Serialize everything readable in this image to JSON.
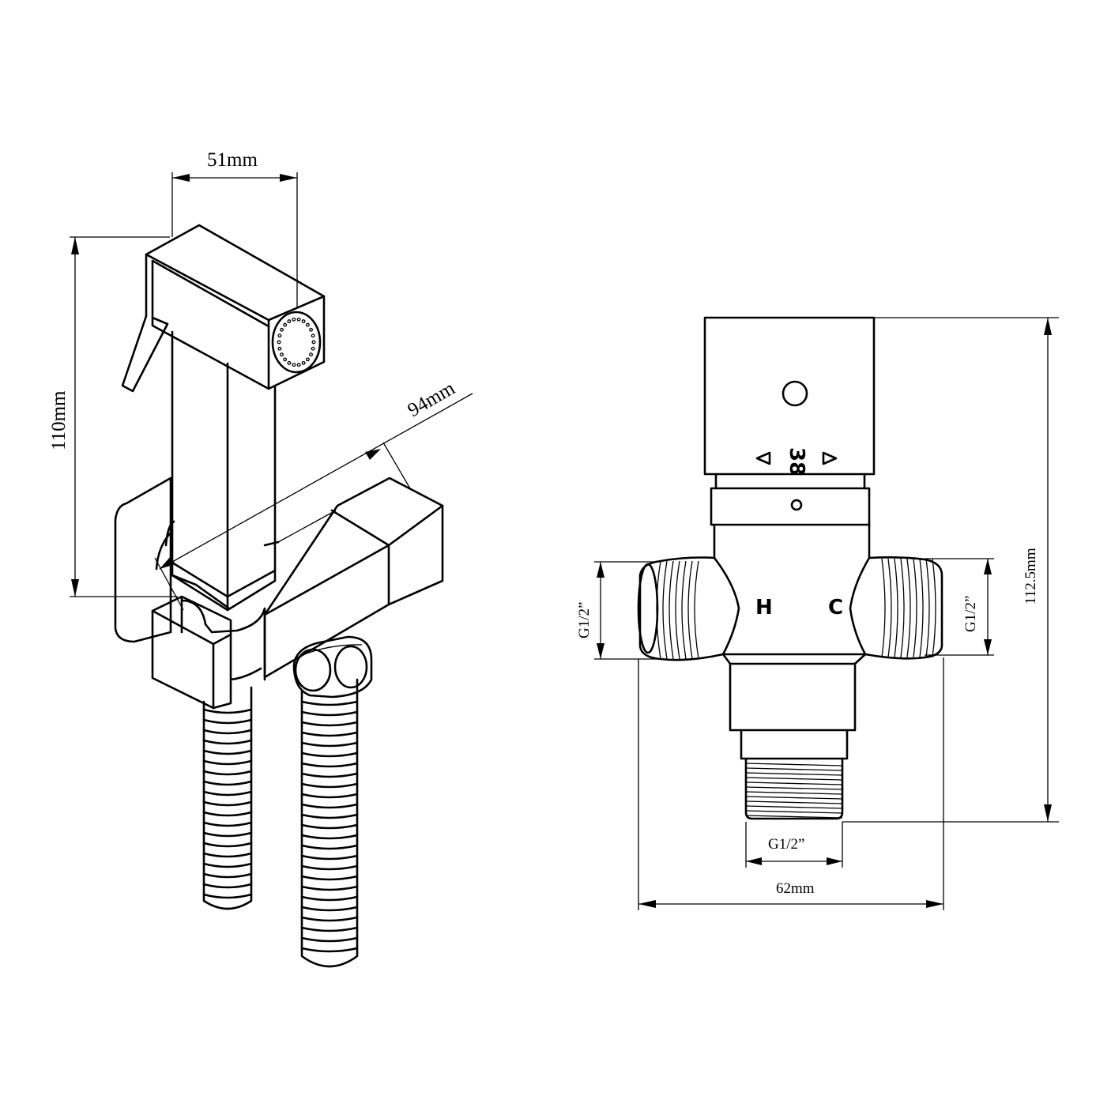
{
  "dimensions": {
    "spray_width": "51mm",
    "spray_height": "110mm",
    "valve_length": "94mm",
    "valve_height": "112.5mm",
    "valve_width": "62mm",
    "inlet_left": "G1/2”",
    "inlet_right": "G1/2”",
    "outlet_bottom": "G1/2”"
  },
  "markings": {
    "temperature": "38",
    "hot": "H",
    "cold": "C"
  },
  "colors": {
    "line": "#000000",
    "background": "#ffffff"
  }
}
